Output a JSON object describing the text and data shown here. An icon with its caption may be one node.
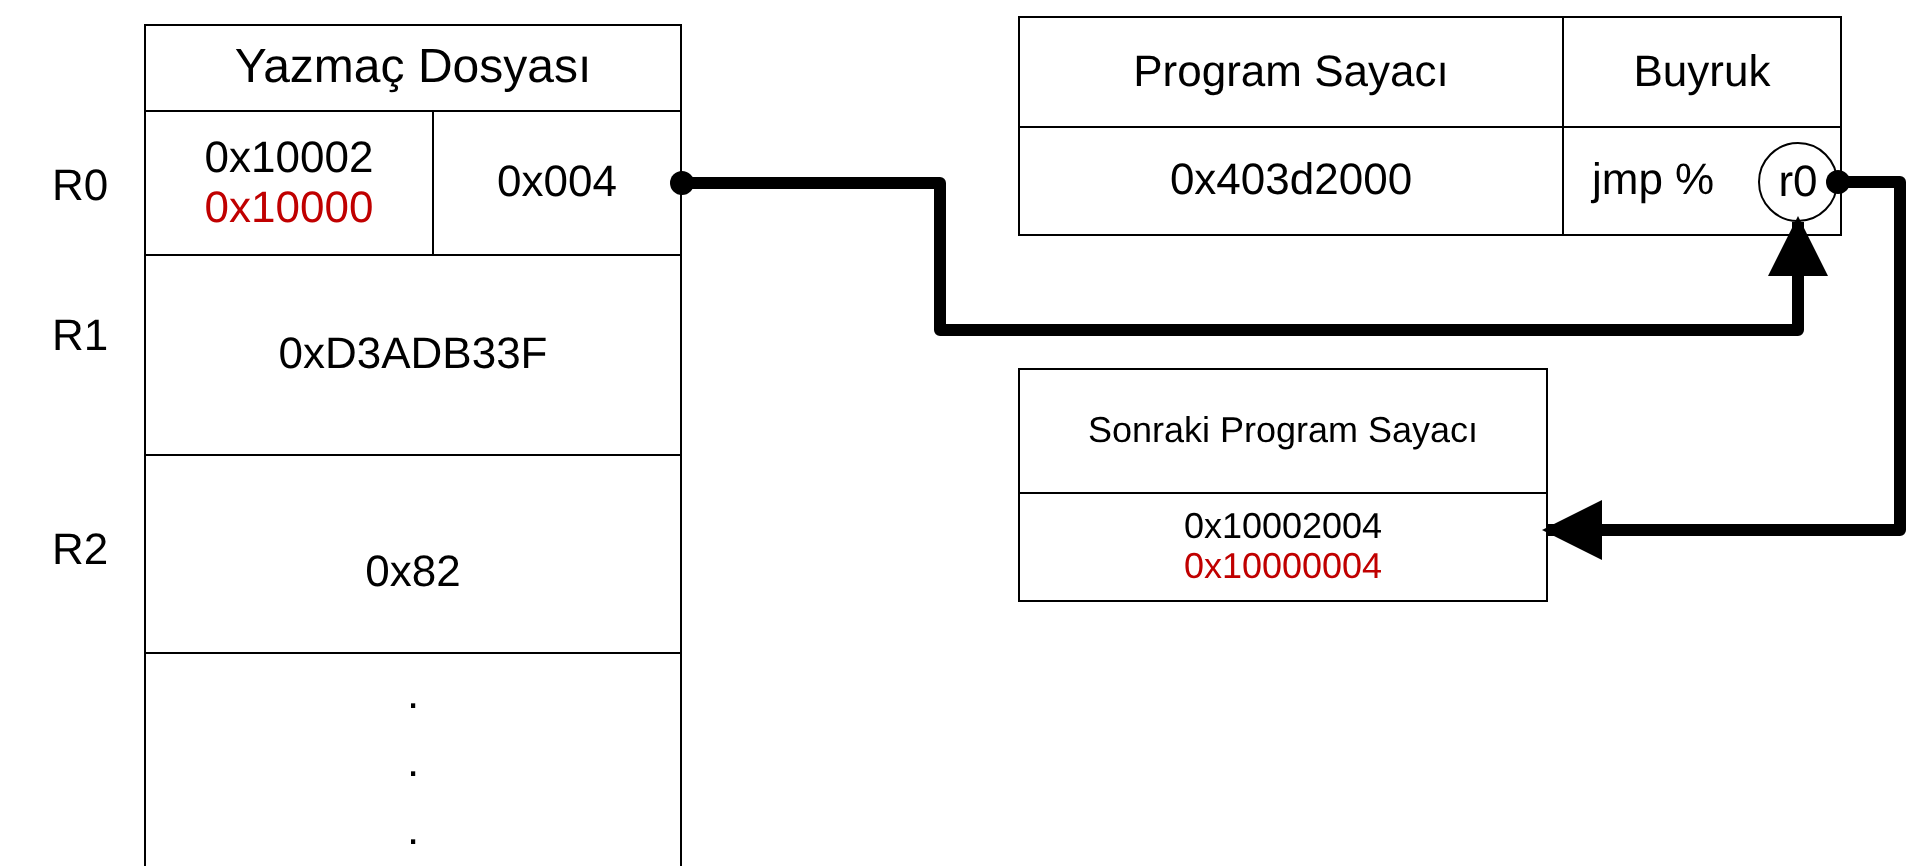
{
  "diagram": {
    "nodes": [
      {
        "text": [
          "Yazmaç Dosyası"
        ]
      },
      {
        "text": [
          "0x10002",
          "0x10000"
        ]
      },
      {
        "text": [
          "0x004"
        ]
      },
      {
        "text": [
          "0xD3ADB33F"
        ]
      },
      {
        "text": [
          "0x82"
        ]
      },
      {
        "text": [
          ".",
          ".",
          "."
        ]
      },
      {
        "text": [
          "Program Sayacı"
        ]
      },
      {
        "text": [
          "Buyruk"
        ]
      },
      {
        "text": [
          "0x403d2000"
        ]
      },
      {
        "text": [
          "jmp %"
        ]
      },
      {
        "text": [
          "r0"
        ],
        "in": 9
      },
      {
        "text": [
          "Sonraki Program Sayacı"
        ]
      },
      {
        "text": [
          "0x10002004",
          "0x10000004"
        ]
      }
    ],
    "edges": [
      {
        "from": 2,
        "to": 10,
        "arrow": "to"
      },
      {
        "from": 10,
        "to": 12,
        "arrow": "to"
      }
    ],
    "labels": [
      "R0",
      "R1",
      "R2"
    ]
  }
}
